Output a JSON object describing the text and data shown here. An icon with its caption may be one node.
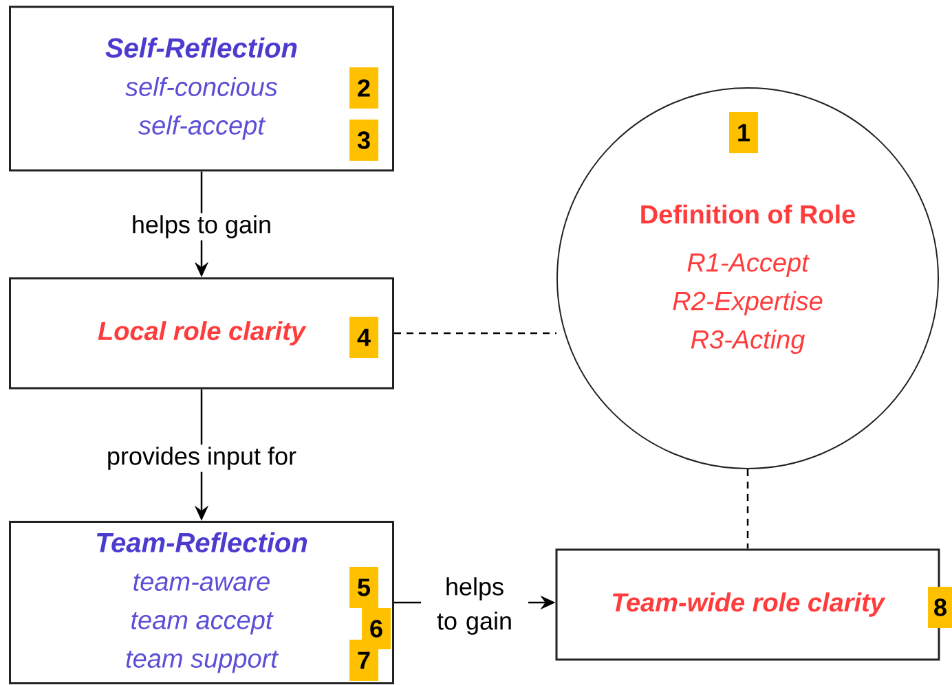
{
  "diagram": {
    "nodes": [
      {
        "text": [
          "Self-Reflection",
          "self-concious",
          "self-accept"
        ]
      },
      {
        "text": [
          "2"
        ],
        "in": 0
      },
      {
        "text": [
          "3"
        ],
        "in": 0
      },
      {
        "text": [
          "Definition of Role",
          "R1-Accept",
          "R2-Expertise",
          "R3-Acting"
        ]
      },
      {
        "text": [
          "1"
        ],
        "in": 3
      },
      {
        "text": [
          "Local role clarity"
        ]
      },
      {
        "text": [
          "4"
        ],
        "in": 5
      },
      {
        "text": [
          "Team-Reflection",
          "team-aware",
          "team accept",
          "team support"
        ]
      },
      {
        "text": [
          "5"
        ],
        "in": 7
      },
      {
        "text": [
          "6"
        ],
        "in": 7
      },
      {
        "text": [
          "7"
        ],
        "in": 7
      },
      {
        "text": [
          "Team-wide role clarity"
        ]
      },
      {
        "text": [
          "8"
        ]
      }
    ],
    "edges": [
      {
        "from": 0,
        "to": 5,
        "arrow": "to",
        "label": "helps to gain"
      },
      {
        "from": 5,
        "to": 7,
        "arrow": "to",
        "label": "provides input for"
      },
      {
        "from": 7,
        "to": 11,
        "arrow": "to",
        "label": "helps to gain"
      },
      {
        "from": 5,
        "to": 3,
        "arrow": "none",
        "style": "dashed"
      },
      {
        "from": 3,
        "to": 11,
        "arrow": "none",
        "style": "dashed"
      }
    ]
  }
}
